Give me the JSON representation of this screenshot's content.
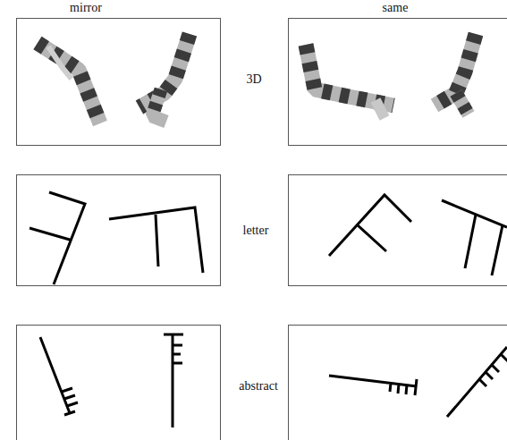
{
  "diagram": {
    "labels": [
      "mirror",
      "same",
      "3D",
      "letter",
      "abstract"
    ]
  }
}
